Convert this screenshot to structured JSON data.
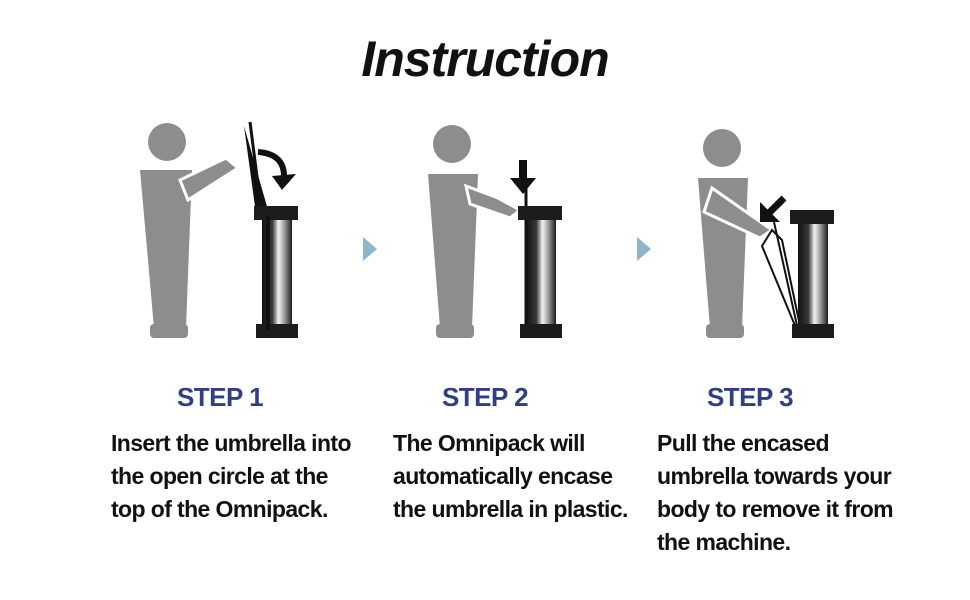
{
  "title": "Instruction",
  "colors": {
    "figure": "#8d8d8d",
    "step_title": "#2f3f82",
    "chevron": "#8fb4cc",
    "machine_dark": "#1c1c1c"
  },
  "steps": [
    {
      "title": "STEP 1",
      "description": "Insert the umbrella into the open circle at the top of the Omnipack."
    },
    {
      "title": "STEP 2",
      "description": "The Omnipack will automatically encase the umbrella in plastic."
    },
    {
      "title": "STEP 3",
      "description": "Pull the encased umbrella towards your body to remove it from the machine."
    }
  ],
  "icons": [
    "person-icon",
    "umbrella-icon",
    "omnipack-machine-icon",
    "arrow-icon",
    "chevron-right-icon"
  ]
}
